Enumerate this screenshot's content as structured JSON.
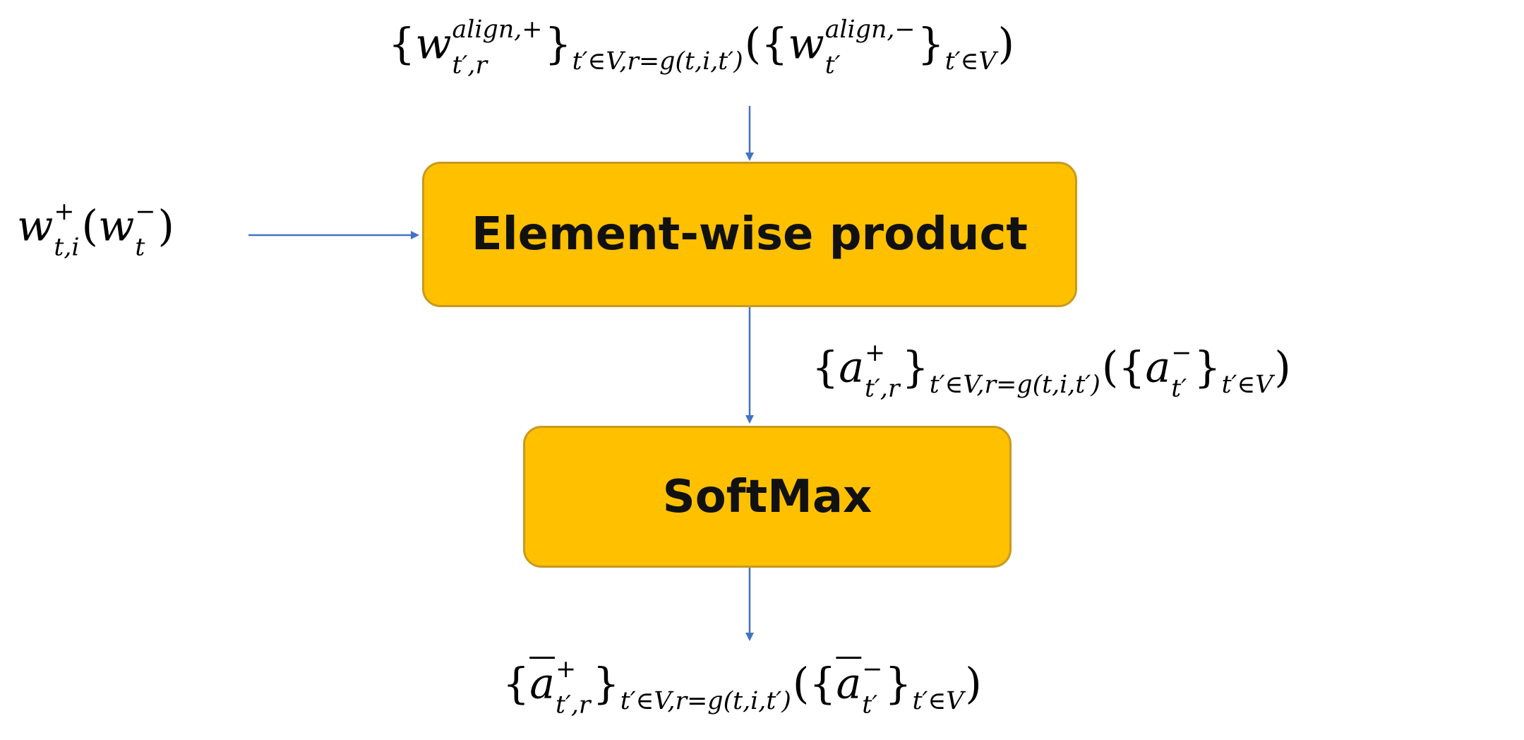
{
  "nodes": {
    "elementwise": {
      "label": "Element-wise product"
    },
    "softmax": {
      "label": "SoftMax"
    }
  },
  "labels": {
    "top_input": "{w^{align,+}_{t′,r}}_{t′∈V,r=g(t,i,t′)}({w^{align,−}_{t′}}_{t′∈V})",
    "left_input": "w^{+}_{t,i}(w^{−}_{t})",
    "middle": "{a^{+}_{t′,r}}_{t′∈V,r=g(t,i,t′)}({a^{−}_{t′}}_{t′∈V})",
    "bottom_output": "{ā^{+}_{t′,r}}_{t′∈V,r=g(t,i,t′)}({ā^{−}_{t′}}_{t′∈V})"
  },
  "colors": {
    "box_fill": "#FFC000",
    "box_border": "#C89A1E",
    "arrow": "#4472C4"
  }
}
